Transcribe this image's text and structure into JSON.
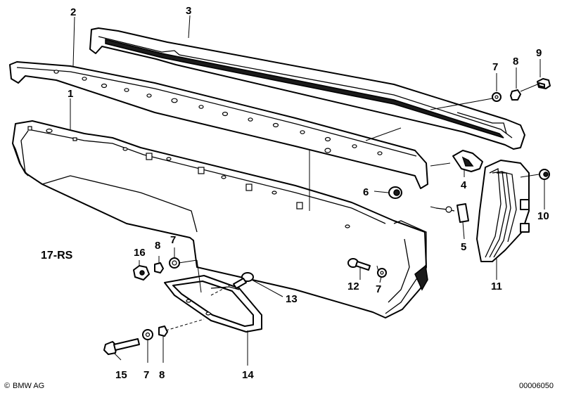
{
  "labels": {
    "p1": "1",
    "p2": "2",
    "p3": "3",
    "p4": "4",
    "p5": "5",
    "p6": "6",
    "p7a": "7",
    "p7b": "7",
    "p7c": "7",
    "p7d": "7",
    "p8a": "8",
    "p8b": "8",
    "p8c": "8",
    "p9": "9",
    "p10": "10",
    "p11": "11",
    "p12": "12",
    "p13": "13",
    "p14": "14",
    "p15": "15",
    "p16": "16"
  },
  "caption": "17-RS",
  "footer": {
    "copyright_symbol": "©",
    "copyright": "BMW AG",
    "diagram_id": "00006050"
  }
}
